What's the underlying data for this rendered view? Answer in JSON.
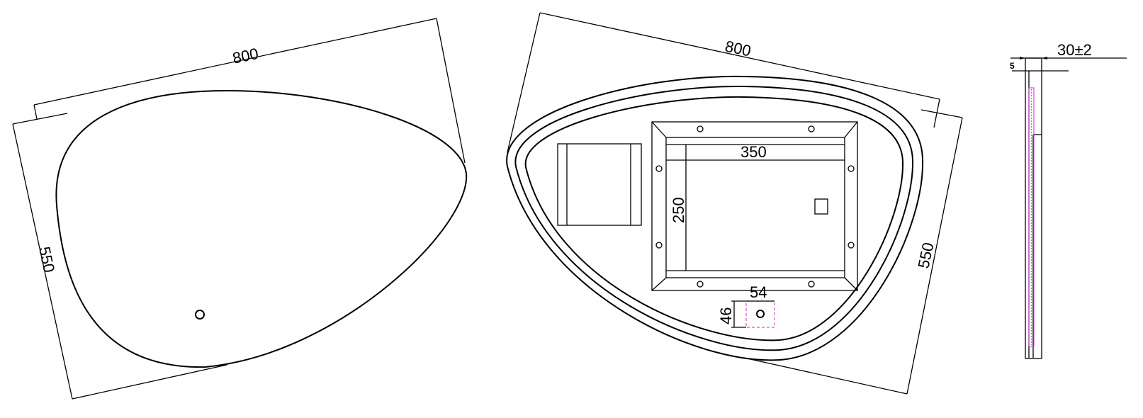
{
  "front_view": {
    "width_label": "800",
    "height_label": "550"
  },
  "back_view": {
    "width_label": "800",
    "height_label": "550",
    "bracket_width_label": "350",
    "bracket_height_label": "250",
    "switch_width_label": "54",
    "switch_height_label": "46"
  },
  "side_view": {
    "depth_label": "30±2",
    "glass_label": "5"
  },
  "colors": {
    "line": "#000000",
    "led": "#d64fd6"
  }
}
